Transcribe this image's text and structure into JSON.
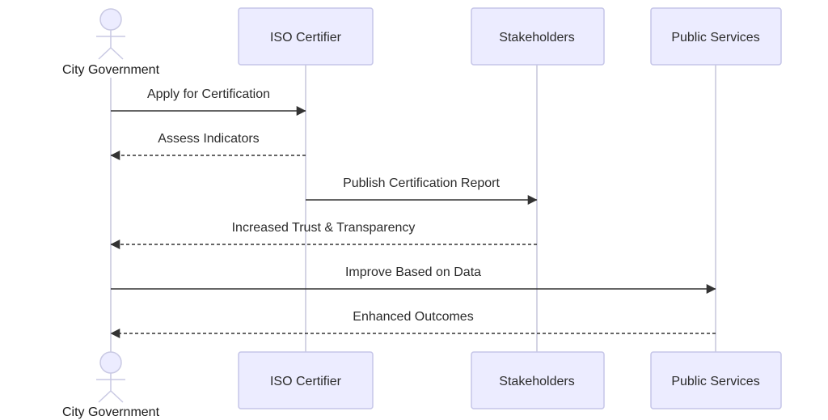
{
  "diagram": {
    "type": "sequence-diagram",
    "actors": [
      {
        "name": "City Government",
        "kind": "actor"
      },
      {
        "name": "ISO Certifier",
        "kind": "participant"
      },
      {
        "name": "Stakeholders",
        "kind": "participant"
      },
      {
        "name": "Public Services",
        "kind": "participant"
      }
    ],
    "messages": [
      {
        "from": "City Government",
        "to": "ISO Certifier",
        "label": "Apply for Certification",
        "line": "solid",
        "arrow": "filled"
      },
      {
        "from": "ISO Certifier",
        "to": "City Government",
        "label": "Assess Indicators",
        "line": "dashed",
        "arrow": "filled"
      },
      {
        "from": "ISO Certifier",
        "to": "Stakeholders",
        "label": "Publish Certification Report",
        "line": "solid",
        "arrow": "filled"
      },
      {
        "from": "Stakeholders",
        "to": "City Government",
        "label": "Increased Trust & Transparency",
        "line": "dashed",
        "arrow": "filled"
      },
      {
        "from": "City Government",
        "to": "Public Services",
        "label": "Improve Based on Data",
        "line": "solid",
        "arrow": "filled"
      },
      {
        "from": "Public Services",
        "to": "City Government",
        "label": "Enhanced Outcomes",
        "line": "dashed",
        "arrow": "filled"
      }
    ],
    "colors": {
      "participant_fill": "#ECECFF",
      "participant_border": "#C5C5E8",
      "actor_figure": "#C9C9E3",
      "lifeline": "#A8A8C8",
      "arrow": "#333333",
      "text": "#2B2B2B",
      "background": "#FFFFFF"
    }
  }
}
